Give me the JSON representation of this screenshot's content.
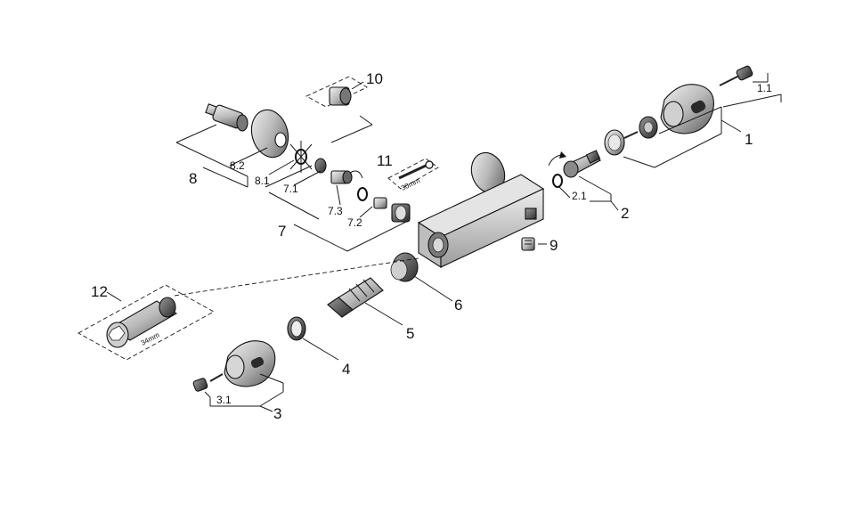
{
  "labels": {
    "l1": "1",
    "l1_1": "1.1",
    "l2": "2",
    "l2_1": "2.1",
    "l3": "3",
    "l3_1": "3.1",
    "l4": "4",
    "l5": "5",
    "l6": "6",
    "l7": "7",
    "l7_1": "7.1",
    "l7_2": "7.2",
    "l7_3": "7.3",
    "l8": "8",
    "l8_1": "8.1",
    "l8_2": "8.2",
    "l9": "9",
    "l10": "10",
    "l11": "11",
    "l12": "12",
    "tool11_size": "30mm",
    "tool12_size": "34mm"
  }
}
